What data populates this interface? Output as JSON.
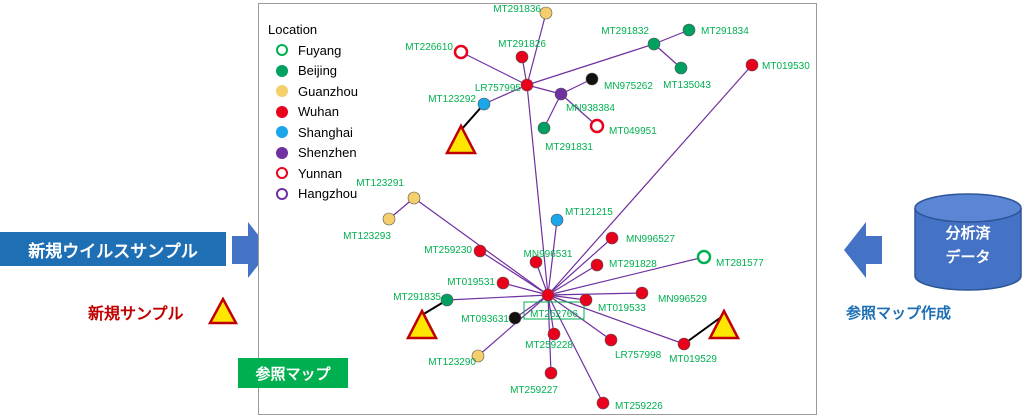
{
  "left": {
    "banner": "新規ウイルスサンプル",
    "sample_label": "新規サンプル"
  },
  "map_label": "参照マップ",
  "right": {
    "db_line1": "分析済",
    "db_line2": "データ",
    "caption": "参照マップ作成"
  },
  "legend": {
    "title": "Location",
    "items": [
      {
        "label": "Fuyang",
        "color": "#00b050",
        "filled": false
      },
      {
        "label": "Beijing",
        "color": "#00a060",
        "filled": true
      },
      {
        "label": "Guanzhou",
        "color": "#f5cf6b",
        "filled": true
      },
      {
        "label": "Wuhan",
        "color": "#e8001c",
        "filled": true
      },
      {
        "label": "Shanghai",
        "color": "#1aa6e8",
        "filled": true
      },
      {
        "label": "Shenzhen",
        "color": "#7030a0",
        "filled": true
      },
      {
        "label": "Yunnan",
        "color": "#e8001c",
        "filled": false
      },
      {
        "label": "Hangzhou",
        "color": "#7030a0",
        "filled": false
      }
    ]
  },
  "network": {
    "edge_color": "#7030a0",
    "label_color": "#00b050",
    "nodes": [
      {
        "id": "MT291836",
        "loc": "Guanzhou"
      },
      {
        "id": "MT291832",
        "loc": "Beijing"
      },
      {
        "id": "MT291834",
        "loc": "Beijing"
      },
      {
        "id": "MT226610",
        "loc": "Yunnan"
      },
      {
        "id": "MT291826",
        "loc": "Wuhan"
      },
      {
        "id": "MT019530",
        "loc": "Wuhan"
      },
      {
        "id": "LR757995",
        "loc": "Wuhan"
      },
      {
        "id": "MN975262",
        "loc": "Black"
      },
      {
        "id": "MT135043",
        "loc": "Beijing"
      },
      {
        "id": "MT123292",
        "loc": "Shanghai"
      },
      {
        "id": "MN938384",
        "loc": "Shenzhen"
      },
      {
        "id": "MT049951",
        "loc": "Yunnan"
      },
      {
        "id": "MT291831",
        "loc": "Beijing"
      },
      {
        "id": "MT123291",
        "loc": "Guanzhou"
      },
      {
        "id": "MT123293",
        "loc": "Guanzhou"
      },
      {
        "id": "MT121215",
        "loc": "Shanghai"
      },
      {
        "id": "MN996527",
        "loc": "Wuhan"
      },
      {
        "id": "MT259230",
        "loc": "Wuhan"
      },
      {
        "id": "MN996531",
        "loc": "Wuhan"
      },
      {
        "id": "MT291828",
        "loc": "Wuhan"
      },
      {
        "id": "MT281577",
        "loc": "Fuyang"
      },
      {
        "id": "MT019531",
        "loc": "Wuhan"
      },
      {
        "id": "MN996529",
        "loc": "Wuhan"
      },
      {
        "id": "MT291835",
        "loc": "Beijing"
      },
      {
        "id": "MT019533",
        "loc": "Wuhan"
      },
      {
        "id": "MT252766",
        "loc": "Wuhan"
      },
      {
        "id": "MT093631",
        "loc": "Black"
      },
      {
        "id": "MT259228",
        "loc": "Wuhan"
      },
      {
        "id": "LR757998",
        "loc": "Wuhan"
      },
      {
        "id": "MT019529",
        "loc": "Wuhan"
      },
      {
        "id": "MT123290",
        "loc": "Guanzhou"
      },
      {
        "id": "MT259227",
        "loc": "Wuhan"
      },
      {
        "id": "MT259226",
        "loc": "Wuhan"
      }
    ],
    "edges": [
      [
        "MT291836",
        "LR757995"
      ],
      [
        "MT291832",
        "LR757995"
      ],
      [
        "MT291832",
        "MT291834"
      ],
      [
        "MT291832",
        "MT135043"
      ],
      [
        "MT226610",
        "LR757995"
      ],
      [
        "MT291826",
        "LR757995"
      ],
      [
        "MN975262",
        "MN938384"
      ],
      [
        "LR757995",
        "MN938384"
      ],
      [
        "LR757995",
        "MT123292"
      ],
      [
        "MN938384",
        "MT049951"
      ],
      [
        "MN938384",
        "MT291831"
      ],
      [
        "LR757995",
        "MT252766"
      ],
      [
        "MT019530",
        "MT252766"
      ],
      [
        "MT123291",
        "MT123293"
      ],
      [
        "MT123291",
        "MT252766"
      ],
      [
        "MT121215",
        "MT252766"
      ],
      [
        "MN996527",
        "MT252766"
      ],
      [
        "MT259230",
        "MT252766"
      ],
      [
        "MN996531",
        "MT252766"
      ],
      [
        "MT291828",
        "MT252766"
      ],
      [
        "MT281577",
        "MT252766"
      ],
      [
        "MT019531",
        "MT252766"
      ],
      [
        "MN996529",
        "MT252766"
      ],
      [
        "MT291835",
        "MT252766"
      ],
      [
        "MT019533",
        "MT252766"
      ],
      [
        "MT093631",
        "MT252766"
      ],
      [
        "MT259228",
        "MT252766"
      ],
      [
        "LR757998",
        "MT252766"
      ],
      [
        "MT019529",
        "MT252766"
      ],
      [
        "MT123290",
        "MT252766"
      ],
      [
        "MT259227",
        "MT252766"
      ],
      [
        "MT259226",
        "MT252766"
      ]
    ],
    "samples": [
      "MT123292",
      "MT291835",
      "MT019529"
    ]
  }
}
